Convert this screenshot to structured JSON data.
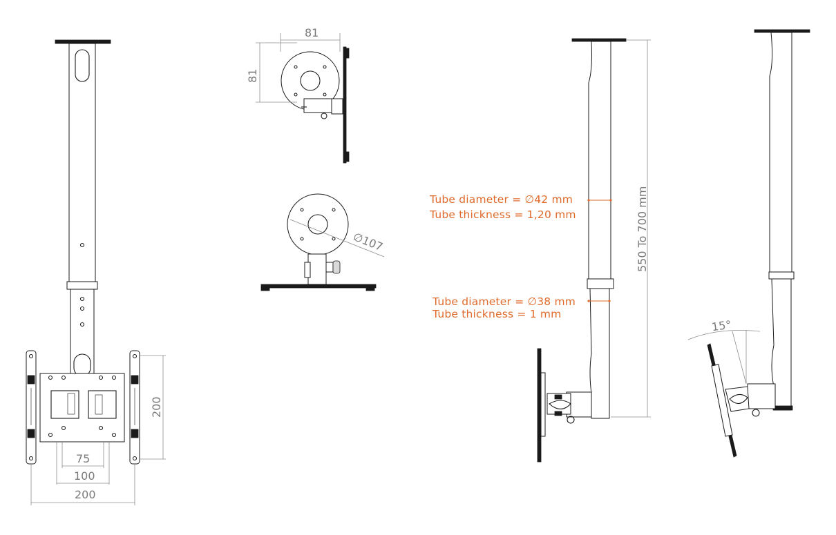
{
  "colors": {
    "annotation": "#e06a2b",
    "dimension": "#7a7a7a",
    "line": "#1a1a1a"
  },
  "front_view": {
    "dim_vertical": "200",
    "dim_inner": "75",
    "dim_middle": "100",
    "dim_outer": "200"
  },
  "top_view": {
    "dim_width": "81",
    "dim_height": "81"
  },
  "base_view": {
    "dim_diameter": "∅107"
  },
  "side_view": {
    "upper_tube_line1": "Tube diameter = ∅42 mm",
    "upper_tube_line2": "Tube thickness  = 1,20 mm",
    "lower_tube_line1": "Tube diameter = ∅38 mm",
    "lower_tube_line2": "Tube thickness  = 1 mm",
    "height_range": "550 To 700 mm"
  },
  "tilt_view": {
    "angle": "15°"
  }
}
